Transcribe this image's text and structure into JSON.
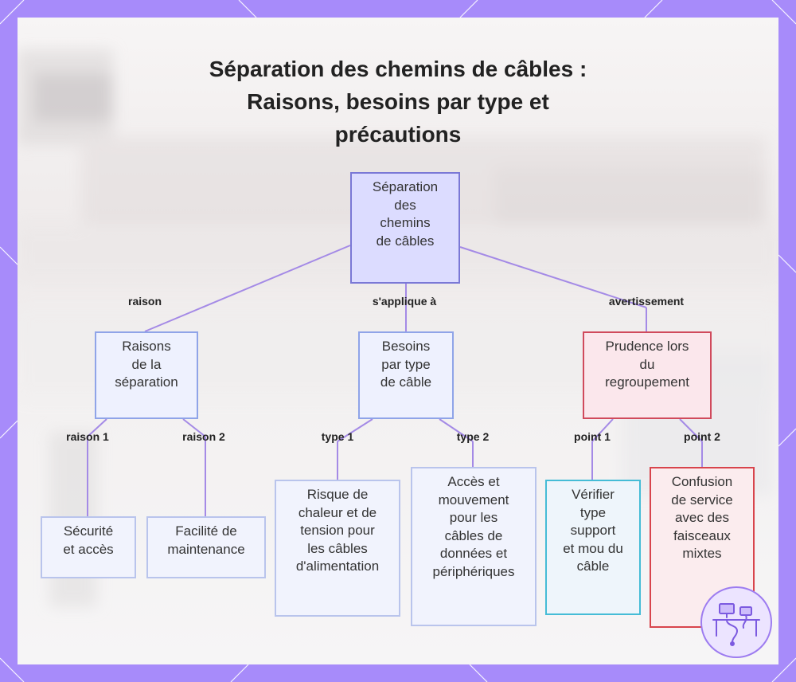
{
  "title": {
    "line1": "Séparation des chemins de câbles :",
    "line2": "Raisons, besoins par type et",
    "line3": "précautions"
  },
  "nodes": {
    "root": [
      "Séparation",
      "des",
      "chemins",
      "de câbles"
    ],
    "reasons": [
      "Raisons",
      "de la",
      "séparation"
    ],
    "needs": [
      "Besoins",
      "par type",
      "de câble"
    ],
    "caution": [
      "Prudence lors",
      "du",
      "regroupement"
    ],
    "safety": [
      "Sécurité",
      "et accès"
    ],
    "maintenance": [
      "Facilité de",
      "maintenance"
    ],
    "power": [
      "Risque de",
      "chaleur et de",
      "tension pour",
      "les câbles",
      "d'alimentation"
    ],
    "data": [
      "Accès et",
      "mouvement",
      "pour les",
      "câbles de",
      "données et",
      "périphériques"
    ],
    "verify": [
      "Vérifier",
      "type",
      "support",
      "et mou du",
      "câble"
    ],
    "confusion": [
      "Confusion",
      "de service",
      "avec des",
      "faisceaux",
      "mixtes"
    ]
  },
  "edges": {
    "raison": "raison",
    "applique": "s'applique à",
    "avertissement": "avertissement",
    "raison1": "raison 1",
    "raison2": "raison 2",
    "type1": "type 1",
    "type2": "type 2",
    "point1": "point 1",
    "point2": "point 2"
  },
  "icons": {
    "logo": "workstation-cable-icon"
  },
  "colors": {
    "frame": "#a78bfa",
    "link": "#a48ae6"
  }
}
